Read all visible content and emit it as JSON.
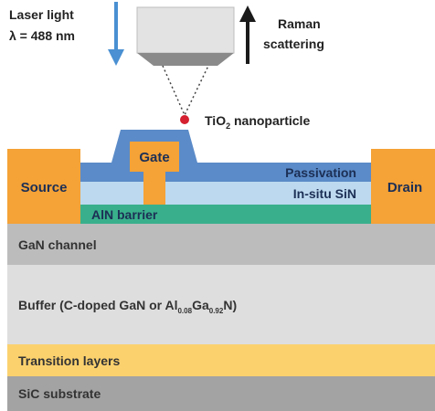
{
  "annotations": {
    "laser_line1": "Laser light",
    "laser_line2": "λ = 488 nm",
    "raman_line1": "Raman",
    "raman_line2": "scattering",
    "tio2_prefix": "TiO",
    "tio2_sub": "2",
    "tio2_suffix": " nanoparticle"
  },
  "device": {
    "gate": "Gate",
    "source": "Source",
    "drain": "Drain",
    "passivation": "Passivation",
    "insitu_sin": "In-situ SiN",
    "aln_barrier": "AlN barrier"
  },
  "layers": {
    "gan_channel": "GaN channel",
    "buffer_prefix": "Buffer (C-doped GaN or Al",
    "buffer_sub1": "0.08",
    "buffer_mid": "Ga",
    "buffer_sub2": "0.92",
    "buffer_suffix": "N)",
    "transition": "Transition layers",
    "substrate": "SiC substrate"
  },
  "colors": {
    "contact_orange": "#f5a236",
    "passivation_blue": "#5b8bc8",
    "insitu_lightblue": "#bcd9ef",
    "aln_green": "#39b08b",
    "gan_gray": "#bcbcbc",
    "buffer_lightgray": "#dedede",
    "transition_yellow": "#fbd16e",
    "substrate_gray": "#a3a3a3",
    "laser_arrow_blue": "#4a90d2",
    "raman_arrow_black": "#1a1a1a",
    "nanoparticle_red": "#d42030"
  }
}
